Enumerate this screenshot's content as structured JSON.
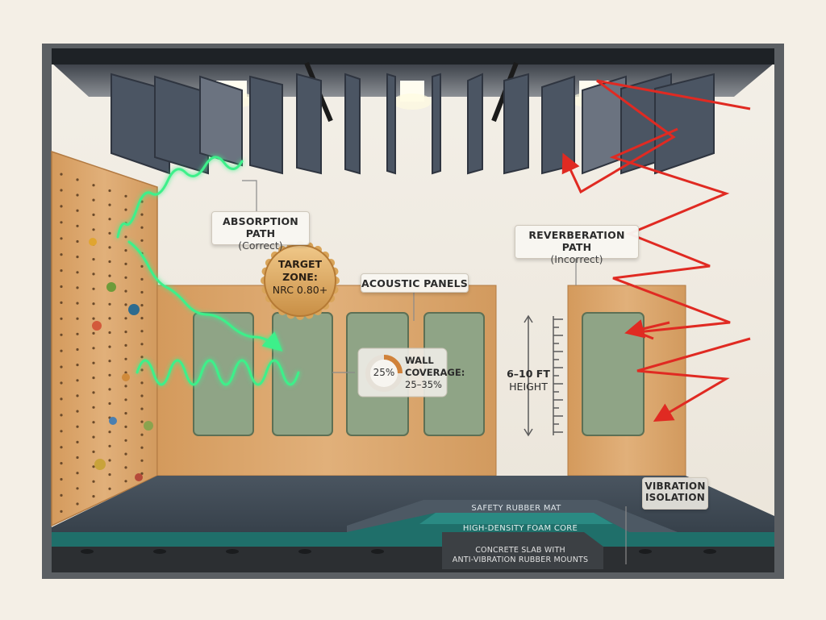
{
  "labels": {
    "absorption_title": "ABSORPTION PATH",
    "absorption_sub": "(Correct)",
    "reverb_title": "REVERBERATION PATH",
    "reverb_sub": "(Incorrect)",
    "target_line1": "TARGET",
    "target_line2": "ZONE:",
    "target_line3": "NRC 0.80+",
    "acoustic_panels": "ACOUSTIC PANELS",
    "coverage_pct": "25%",
    "coverage_line1": "WALL",
    "coverage_line2": "COVERAGE:",
    "coverage_line3": "25–35%",
    "height_line1": "6–10 FT",
    "height_line2": "HEIGHT",
    "vibration_line1": "VIBRATION",
    "vibration_line2": "ISOLATION",
    "layer_mat": "SAFETY RUBBER MAT",
    "layer_foam": "HIGH-DENSITY FOAM CORE",
    "layer_slab_line1": "CONCRETE SLAB WITH",
    "layer_slab_line2": "ANTI-VIBRATION RUBBER MOUNTS"
  },
  "colors": {
    "absorption_wave": "#3df08a",
    "reverb_arrow": "#e02a22",
    "panel_green": "#8fa486",
    "wood": "#d9aa72",
    "ceiling_panel": "#4b5563",
    "foam": "#1f6f6a",
    "badge_gold": "#d9a55a"
  },
  "coverage_fraction": 0.25
}
